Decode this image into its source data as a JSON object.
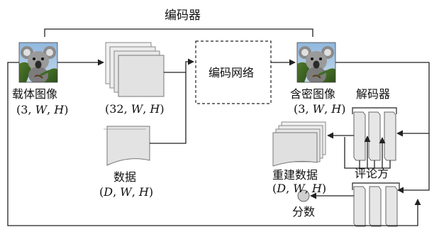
{
  "encoder_title": "编码器",
  "cover_image": {
    "label": "载体图像",
    "shape": [
      "3",
      "W",
      "H"
    ]
  },
  "feature_maps": {
    "shape": [
      "32",
      "W",
      "H"
    ]
  },
  "data_input": {
    "label": "数据",
    "shape": [
      "D",
      "W",
      "H"
    ]
  },
  "encoding_network": {
    "label": "编码网络"
  },
  "stego_image": {
    "label": "含密图像",
    "shape": [
      "3",
      "W",
      "H"
    ]
  },
  "decoder": {
    "label": "解码器"
  },
  "reconstructed_data": {
    "label": "重建数据",
    "shape": [
      "D",
      "W",
      "H"
    ]
  },
  "critic": {
    "label": "评论方"
  },
  "score": {
    "label": "分数"
  },
  "colors": {
    "line": "#222222",
    "stack_fill": "#e9e9e9",
    "bar_fill": "#e3e3e3",
    "score_fill": "#cfcfcf"
  },
  "icons": {
    "image_thumbnail": "koala-photo-icon"
  }
}
